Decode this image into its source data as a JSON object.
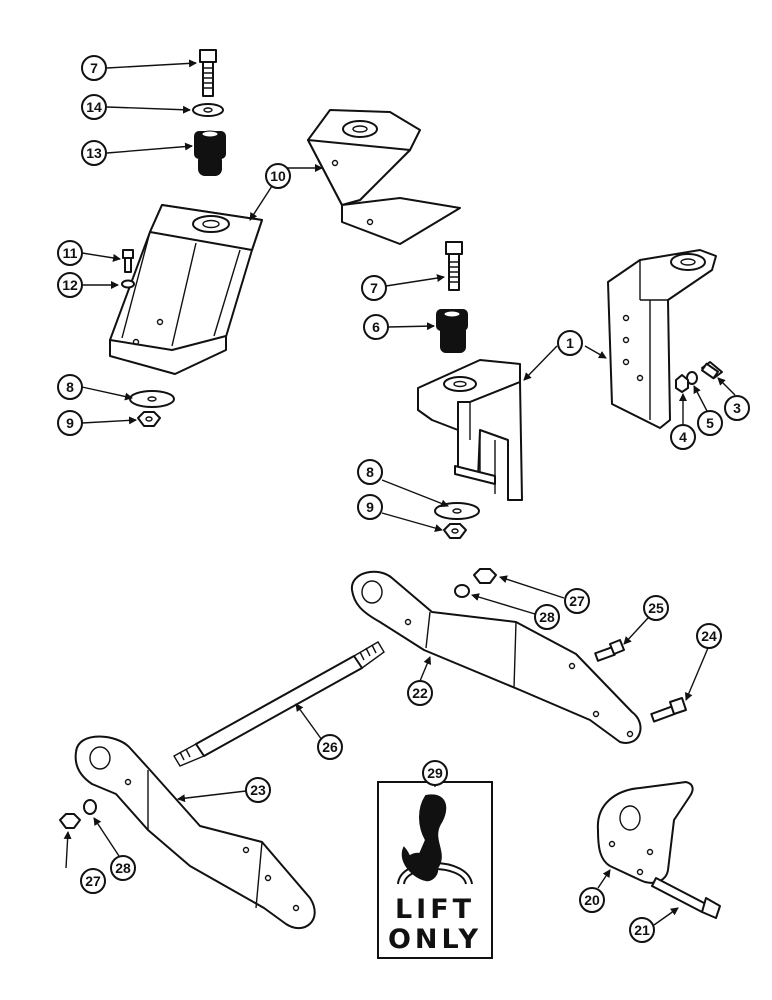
{
  "callouts": {
    "c7a": "7",
    "c14": "14",
    "c13": "13",
    "c10": "10",
    "c11": "11",
    "c12": "12",
    "c8a": "8",
    "c9a": "9",
    "c7b": "7",
    "c6": "6",
    "c1": "1",
    "c3": "3",
    "c4": "4",
    "c5": "5",
    "c8b": "8",
    "c9b": "9",
    "c27a": "27",
    "c28a": "28",
    "c25": "25",
    "c24": "24",
    "c22": "22",
    "c26": "26",
    "c23": "23",
    "c27b": "27",
    "c28b": "28",
    "c29": "29",
    "c20": "20",
    "c21": "21"
  },
  "decal": {
    "line1": "LIFT",
    "line2": "ONLY"
  }
}
